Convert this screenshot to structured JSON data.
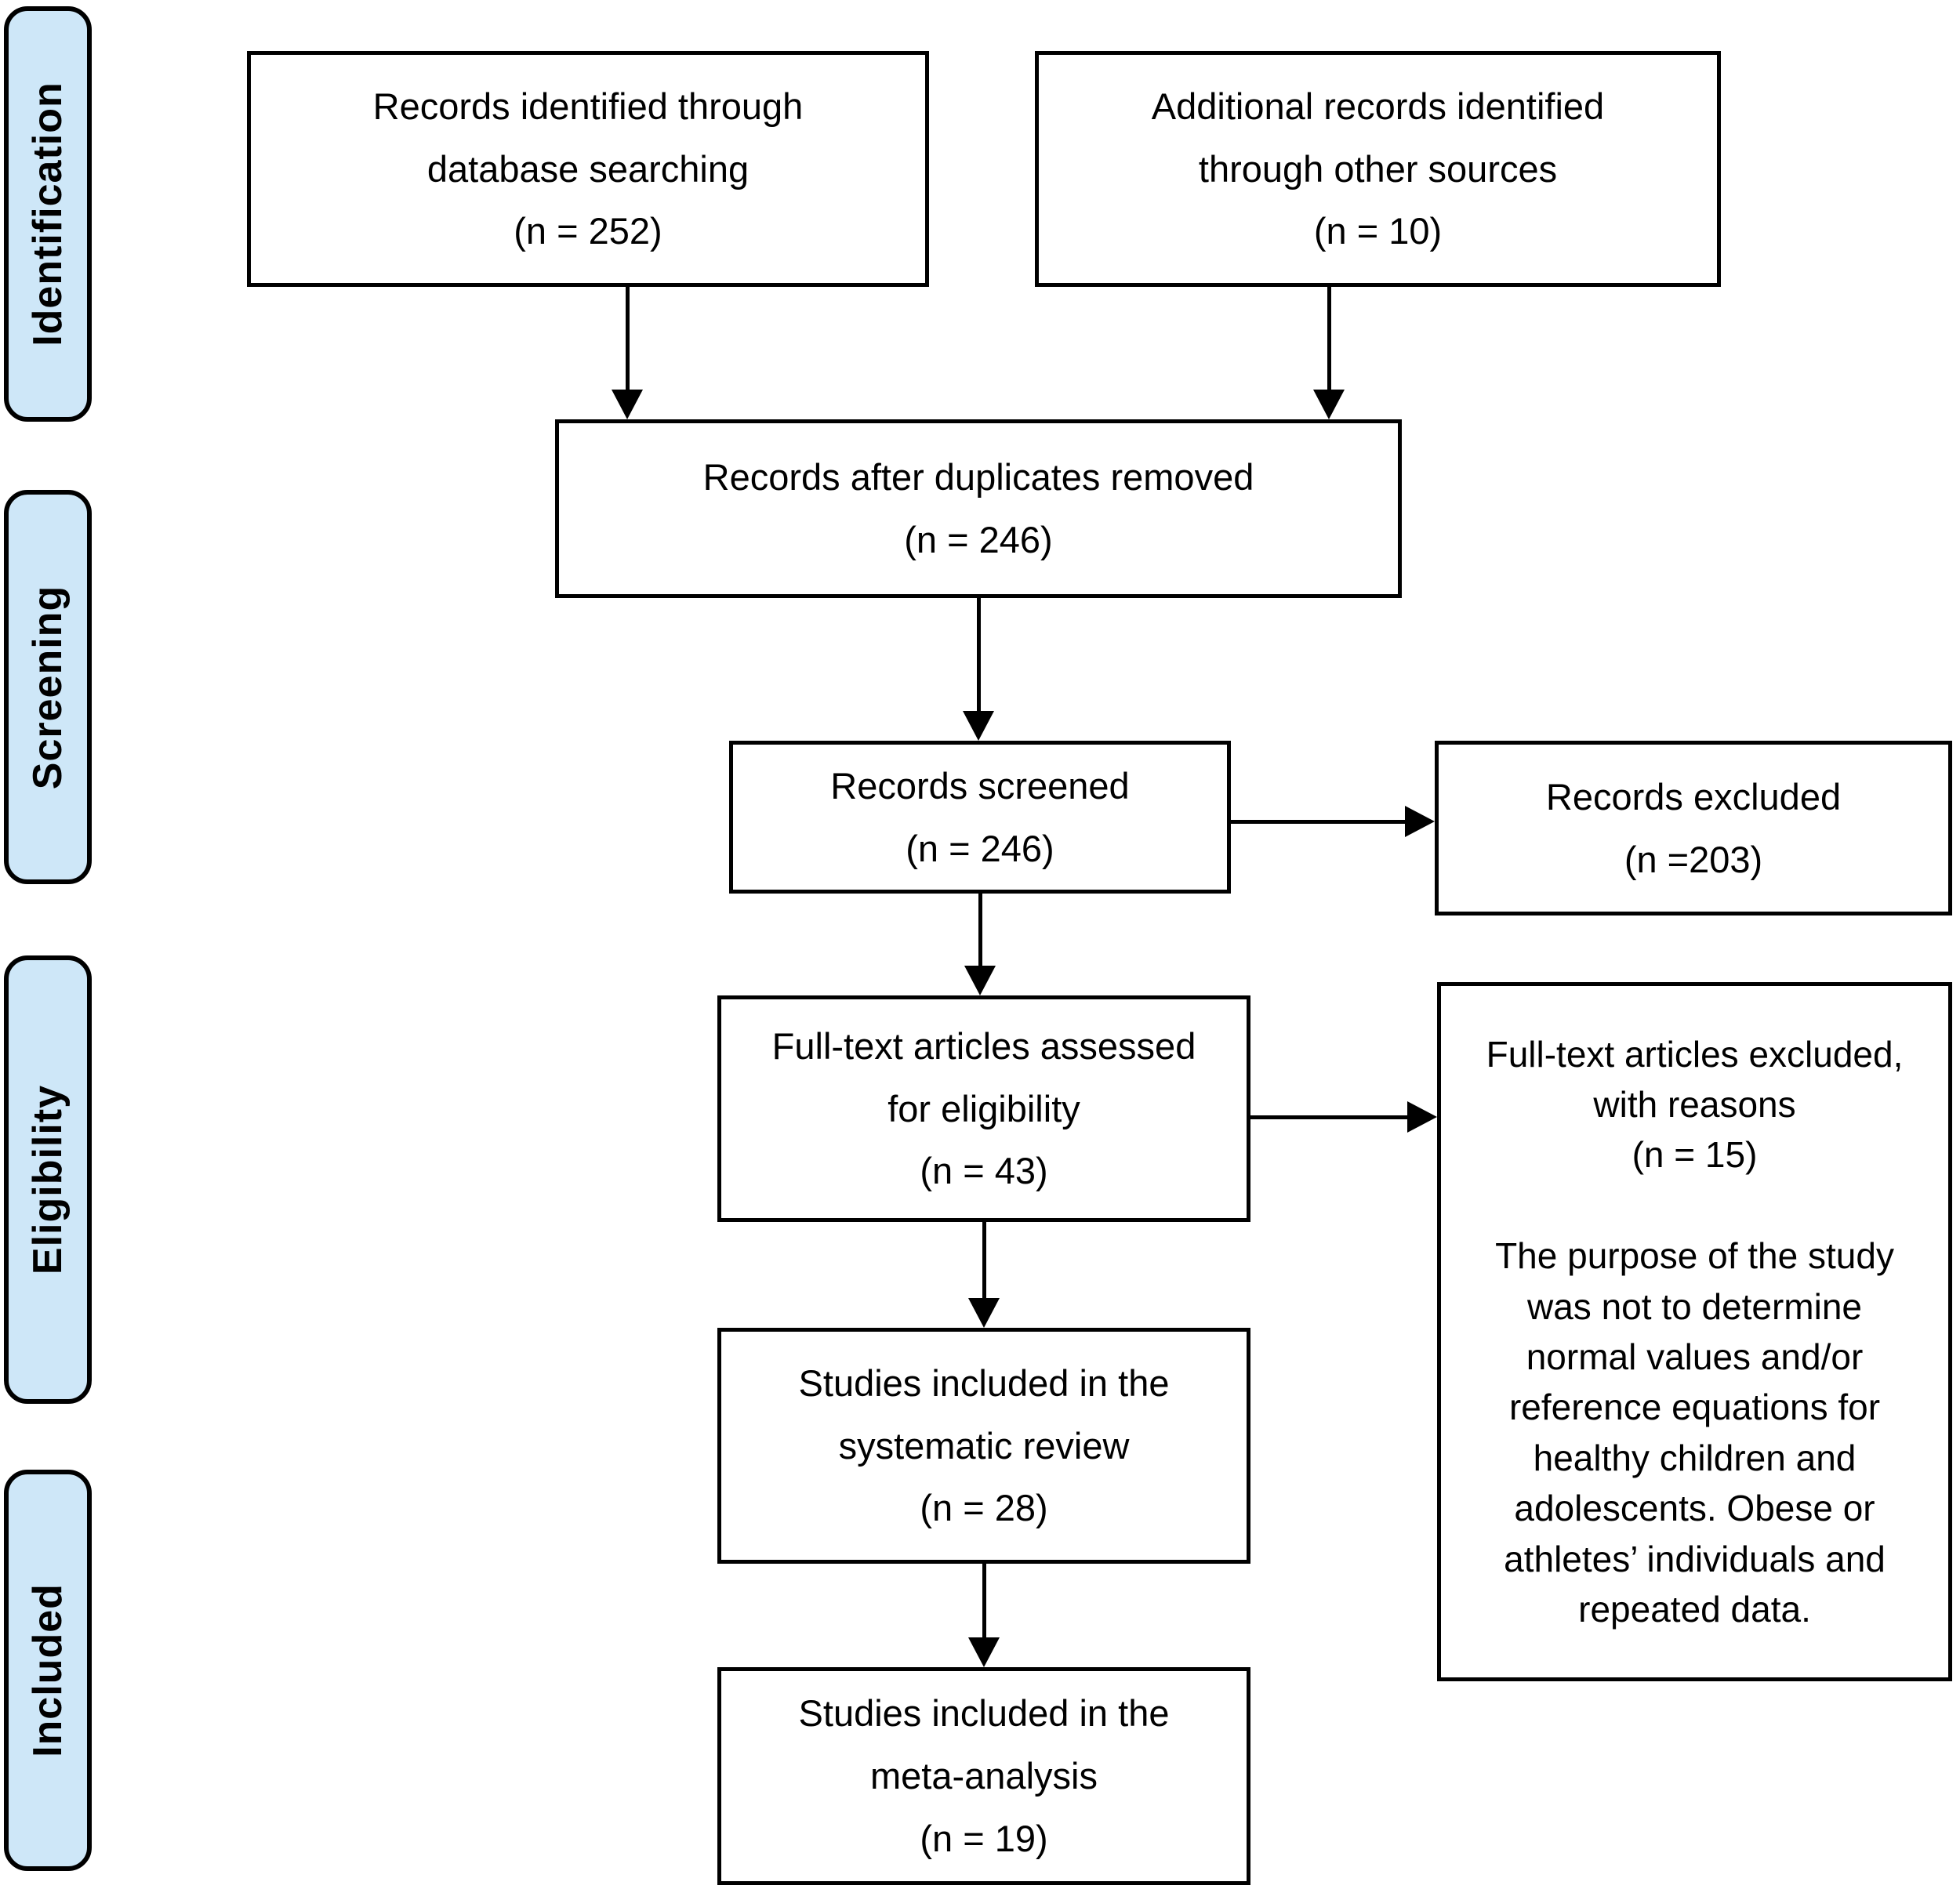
{
  "sidebar": {
    "identification": "Identification",
    "screening": "Screening",
    "eligibility": "Eligibility",
    "included": "Included"
  },
  "boxes": {
    "records_identified": "Records identified through\ndatabase searching\n(n = 252)",
    "additional_records": "Additional records identified\nthrough other sources\n(n = 10)",
    "duplicates_removed": "Records after duplicates removed\n(n = 246)",
    "records_screened": "Records screened\n(n = 246)",
    "records_excluded": "Records excluded\n(n =203)",
    "fulltext_assessed": "Full-text articles assessed\nfor eligibility\n(n = 43)",
    "fulltext_excluded": "Full-text articles excluded,\nwith reasons\n(n = 15)\n\nThe purpose of the study\nwas not to determine\nnormal values and/or\nreference equations for\nhealthy children and\nadolescents. Obese or\nathletes’ individuals and\nrepeated data.",
    "systematic_review": "Studies included in the\nsystematic review\n(n = 28)",
    "meta_analysis": "Studies included in the\nmeta-analysis\n(n = 19)"
  },
  "colors": {
    "stage_fill": "#cee7f8",
    "line_color": "#000000",
    "box_background": "#ffffff"
  }
}
